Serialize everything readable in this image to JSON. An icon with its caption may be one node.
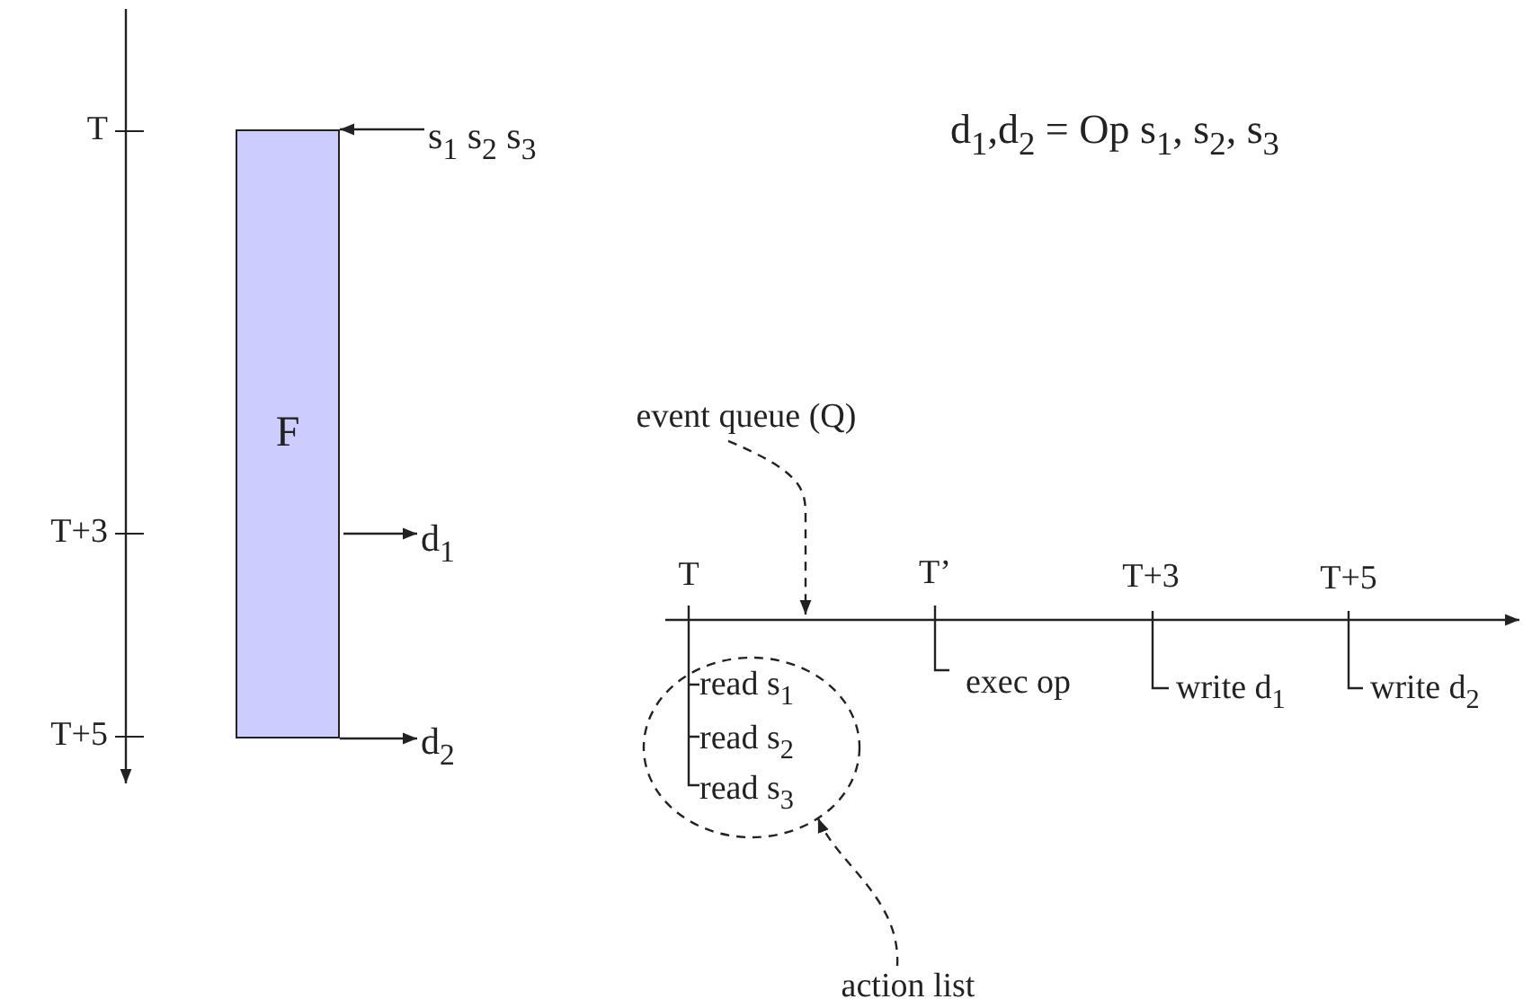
{
  "diagram": {
    "nodes": [
      {
        "text": [
          "F"
        ]
      },
      {
        "text": [
          "s$_{1}$ s$_{2}$ s$_{3}$"
        ]
      },
      {
        "text": [
          "d$_{1}$"
        ]
      },
      {
        "text": [
          "d$_{2}$"
        ]
      },
      {
        "text": [
          "event queue (Q)"
        ]
      },
      {
        "text": [
          "action list"
        ]
      },
      {
        "text": [],
        "shape": "circle"
      }
    ],
    "edges": [
      {
        "from": 1,
        "to": 0,
        "arrow": "to"
      },
      {
        "from": 0,
        "to": 2,
        "arrow": "to"
      },
      {
        "from": 0,
        "to": 3,
        "arrow": "to"
      },
      {
        "from": 4,
        "to": null,
        "arrow": "to",
        "style": "dashed"
      },
      {
        "from": 5,
        "to": 6,
        "arrow": "to",
        "style": "dashed"
      }
    ],
    "labels": [
      "T",
      "d$_{1}$,d$_{2}$ = Op s$_{1}$, s$_{2}$, s$_{3}$",
      "T+3",
      "T",
      "T’",
      "T+3",
      "T+5",
      "read s$_{1}$",
      "exec op",
      "write d$_{1}$",
      "write d$_{2}$",
      "read s$_{2}$",
      "T+5",
      "read s$_{3}$"
    ]
  }
}
